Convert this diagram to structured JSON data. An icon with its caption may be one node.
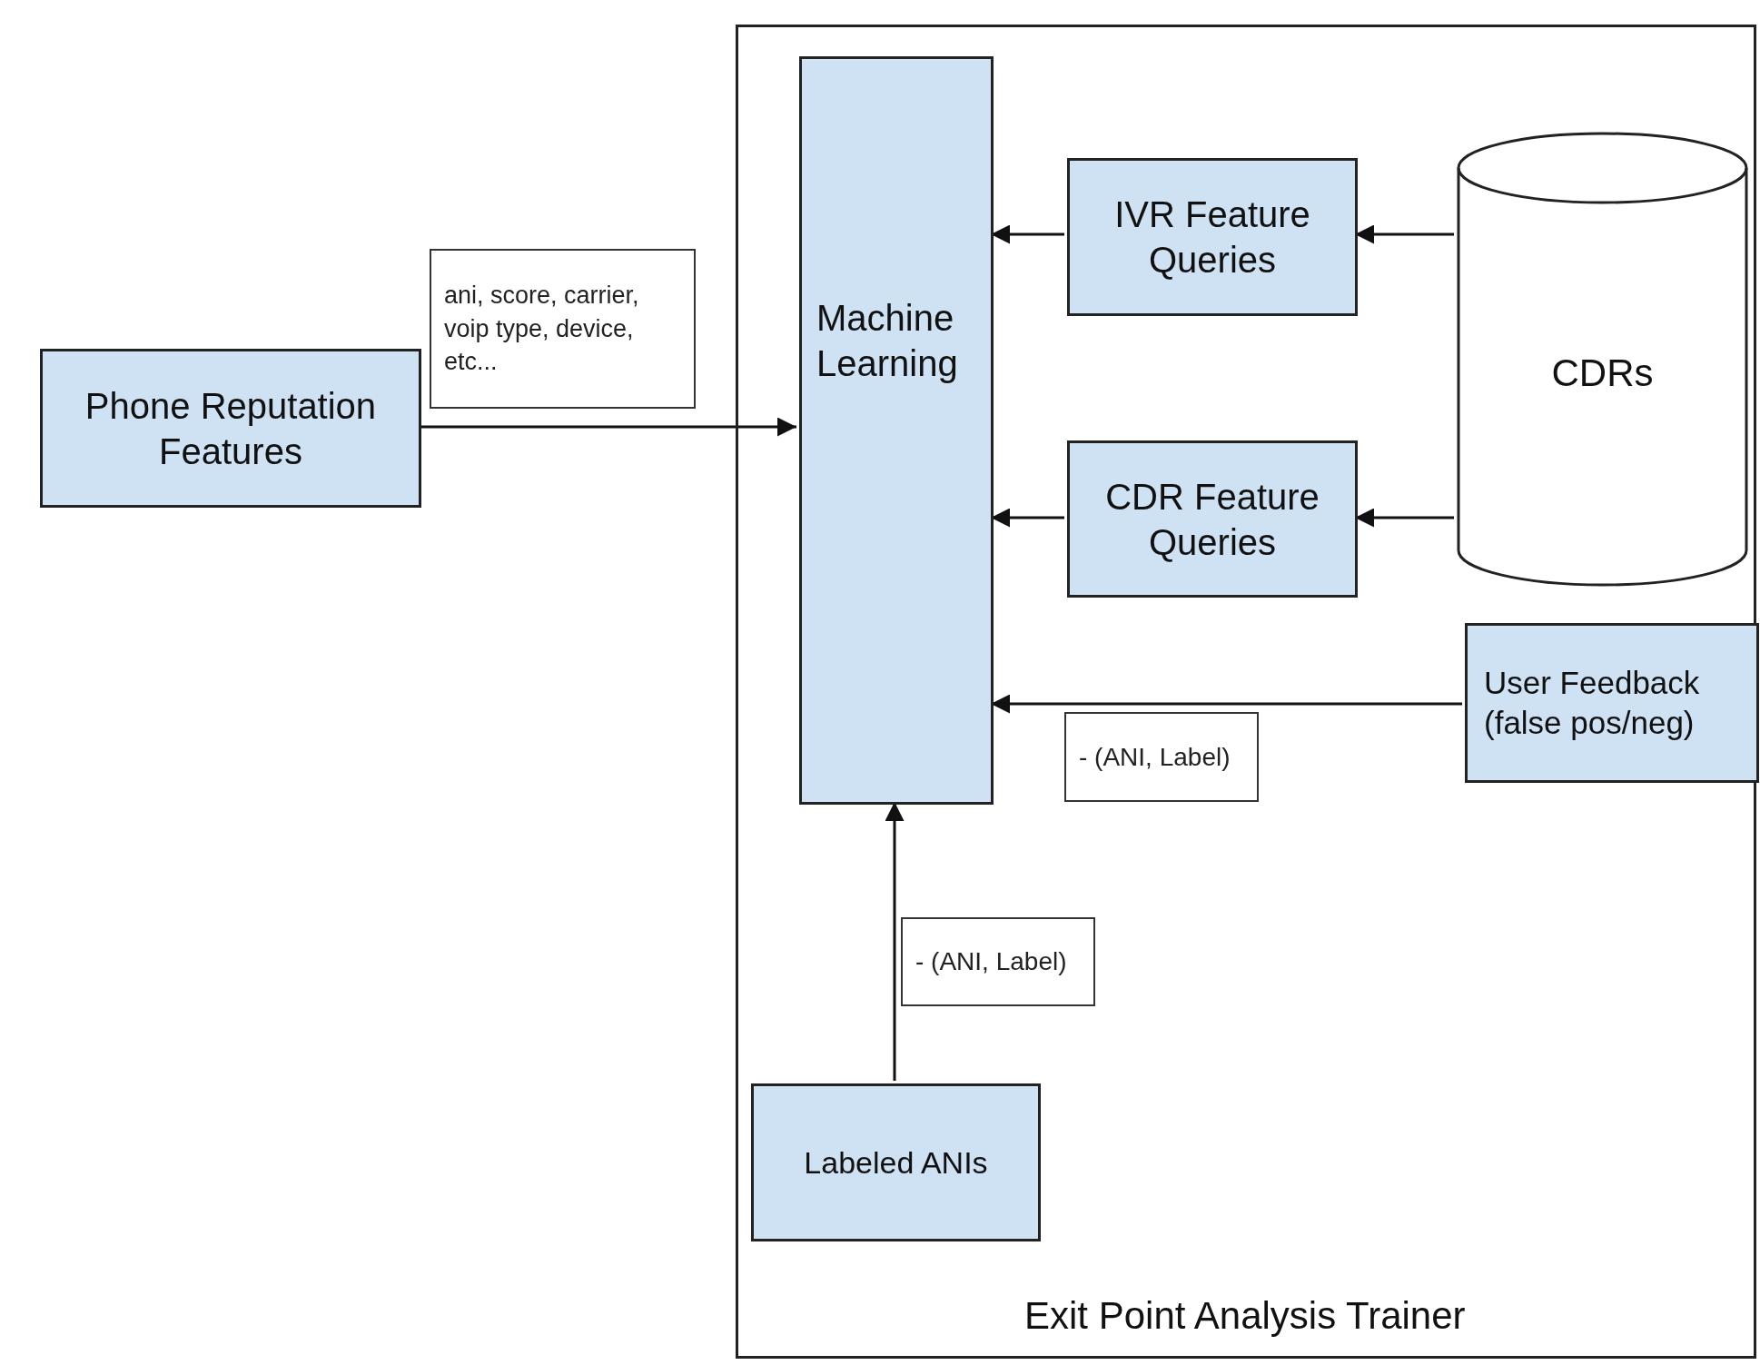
{
  "diagram": {
    "nodes": [
      {
        "text": [
          "Phone Reputation Features"
        ]
      },
      {
        "text": [
          "Exit Point Analysis Trainer"
        ]
      },
      {
        "text": [
          "Machine Learning"
        ],
        "in": 1
      },
      {
        "text": [
          "IVR Feature Queries"
        ],
        "in": 1
      },
      {
        "text": [
          "CDR Feature Queries"
        ],
        "in": 1
      },
      {
        "text": [
          "CDRs"
        ],
        "in": 1
      },
      {
        "text": [
          "User Feedback (false pos/neg)"
        ],
        "in": 1
      },
      {
        "text": [
          "Labeled ANIs"
        ],
        "in": 1
      }
    ],
    "edges": [
      {
        "from": 0,
        "to": 2,
        "arrow": "to",
        "label": "ani, score, carrier, voip type, device, etc..."
      },
      {
        "from": 5,
        "to": 3,
        "arrow": "to"
      },
      {
        "from": 3,
        "to": 2,
        "arrow": "to"
      },
      {
        "from": 5,
        "to": 4,
        "arrow": "to"
      },
      {
        "from": 4,
        "to": 2,
        "arrow": "to"
      },
      {
        "from": 6,
        "to": 2,
        "arrow": "to",
        "label": "- (ANI, Label)"
      },
      {
        "from": 7,
        "to": 2,
        "arrow": "to",
        "label": "- (ANI, Label)"
      }
    ]
  }
}
